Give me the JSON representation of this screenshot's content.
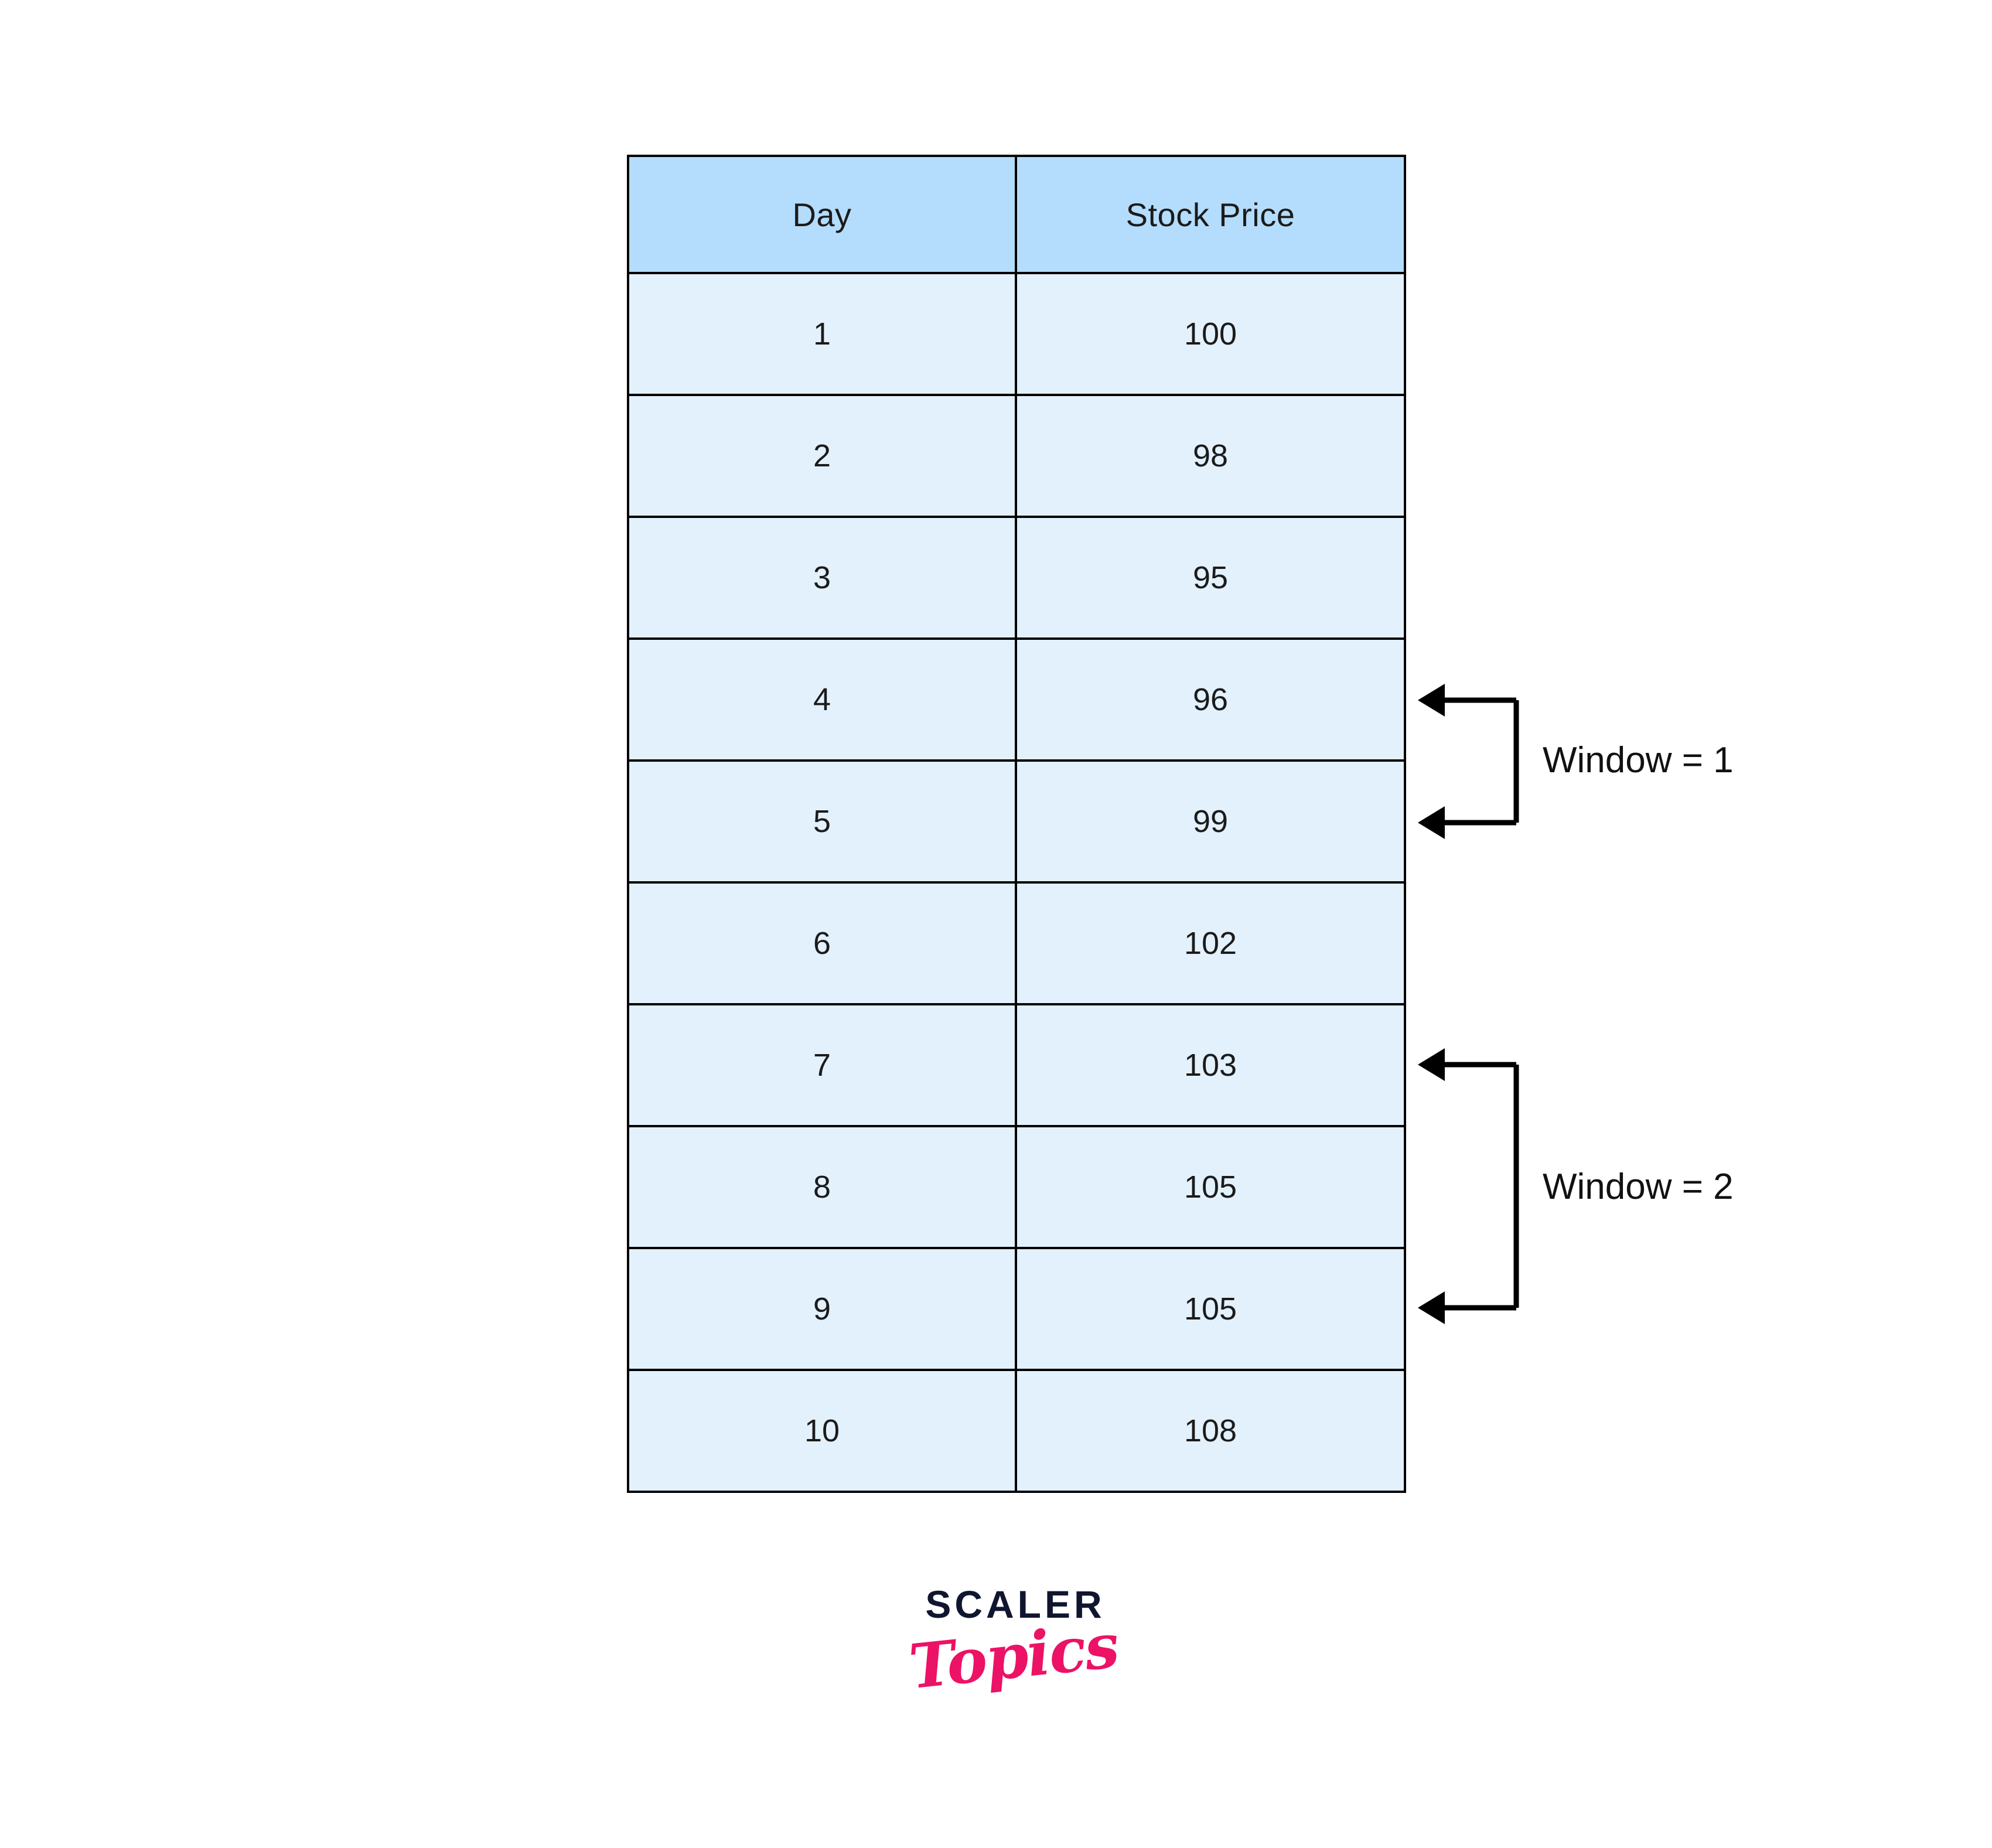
{
  "page": {
    "background_color": "#ffffff"
  },
  "table": {
    "header_bg": "#b4dcfd",
    "row_bg": "#e3f1fd",
    "border_color": "#000000",
    "columns": [
      "Day",
      "Stock Price"
    ],
    "rows": [
      {
        "day": "1",
        "price": "100"
      },
      {
        "day": "2",
        "price": "98"
      },
      {
        "day": "3",
        "price": "95"
      },
      {
        "day": "4",
        "price": "96"
      },
      {
        "day": "5",
        "price": "99"
      },
      {
        "day": "6",
        "price": "102"
      },
      {
        "day": "7",
        "price": "103"
      },
      {
        "day": "8",
        "price": "105"
      },
      {
        "day": "9",
        "price": "105"
      },
      {
        "day": "10",
        "price": "108"
      }
    ]
  },
  "annotations": [
    {
      "label": "Window = 1",
      "covers_days": [
        "4",
        "5"
      ],
      "covers_prices": [
        "96",
        "99"
      ],
      "arrow_color": "#000000"
    },
    {
      "label": "Window = 2",
      "covers_days": [
        "7",
        "8",
        "9"
      ],
      "covers_prices": [
        "103",
        "105",
        "105"
      ],
      "arrow_color": "#000000"
    }
  ],
  "logo": {
    "primary_text": "SCALER",
    "secondary_text": "Topics",
    "primary_color": "#10162f",
    "secondary_color": "#ec1266"
  },
  "chart_data": {
    "type": "table",
    "title": "",
    "columns": [
      "Day",
      "Stock Price"
    ],
    "x": [
      1,
      2,
      3,
      4,
      5,
      6,
      7,
      8,
      9,
      10
    ],
    "categories": [
      "1",
      "2",
      "3",
      "4",
      "5",
      "6",
      "7",
      "8",
      "9",
      "10"
    ],
    "values": [
      100,
      98,
      95,
      96,
      99,
      102,
      103,
      105,
      105,
      108
    ],
    "series": [
      {
        "name": "Stock Price",
        "values": [
          100,
          98,
          95,
          96,
          99,
          102,
          103,
          105,
          105,
          108
        ]
      }
    ],
    "xlabel": "Day",
    "ylabel": "Stock Price",
    "annotations": [
      {
        "text": "Window = 1",
        "span_rows": [
          4,
          5
        ]
      },
      {
        "text": "Window = 2",
        "span_rows": [
          7,
          9
        ]
      }
    ]
  }
}
